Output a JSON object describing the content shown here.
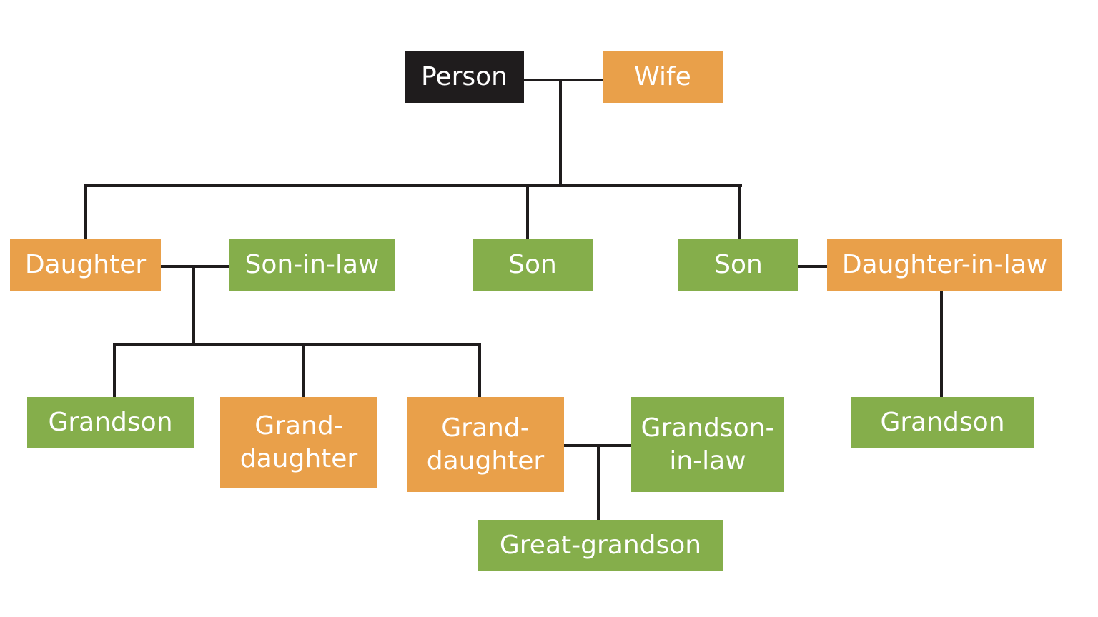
{
  "diagram": {
    "type": "family-tree",
    "colors": {
      "root": "#1f1c1d",
      "female": "#e9a04a",
      "male": "#85ae4b",
      "connector": "#1f1c1d",
      "text": "#ffffff"
    },
    "nodes": {
      "person": "Person",
      "wife": "Wife",
      "daughter": "Daughter",
      "son_in_law": "Son-in-law",
      "son_1": "Son",
      "son_2": "Son",
      "daughter_in_law": "Daughter-in-law",
      "grandson_1": "Grandson",
      "granddaughter_1_line1": "Grand-",
      "granddaughter_1_line2": "daughter",
      "granddaughter_2_line1": "Grand-",
      "granddaughter_2_line2": "daughter",
      "grandson_in_law_line1": "Grandson-",
      "grandson_in_law_line2": "in-law",
      "grandson_2": "Grandson",
      "great_grandson": "Great-grandson"
    },
    "relations": [
      {
        "couple": [
          "Person",
          "Wife"
        ],
        "children": [
          "Daughter",
          "Son",
          "Son"
        ]
      },
      {
        "couple": [
          "Daughter",
          "Son-in-law"
        ],
        "children": [
          "Grandson",
          "Granddaughter",
          "Granddaughter"
        ]
      },
      {
        "couple": [
          "Son",
          "Daughter-in-law"
        ],
        "children": [
          "Grandson"
        ]
      },
      {
        "couple": [
          "Granddaughter",
          "Grandson-in-law"
        ],
        "children": [
          "Great-grandson"
        ]
      }
    ]
  }
}
